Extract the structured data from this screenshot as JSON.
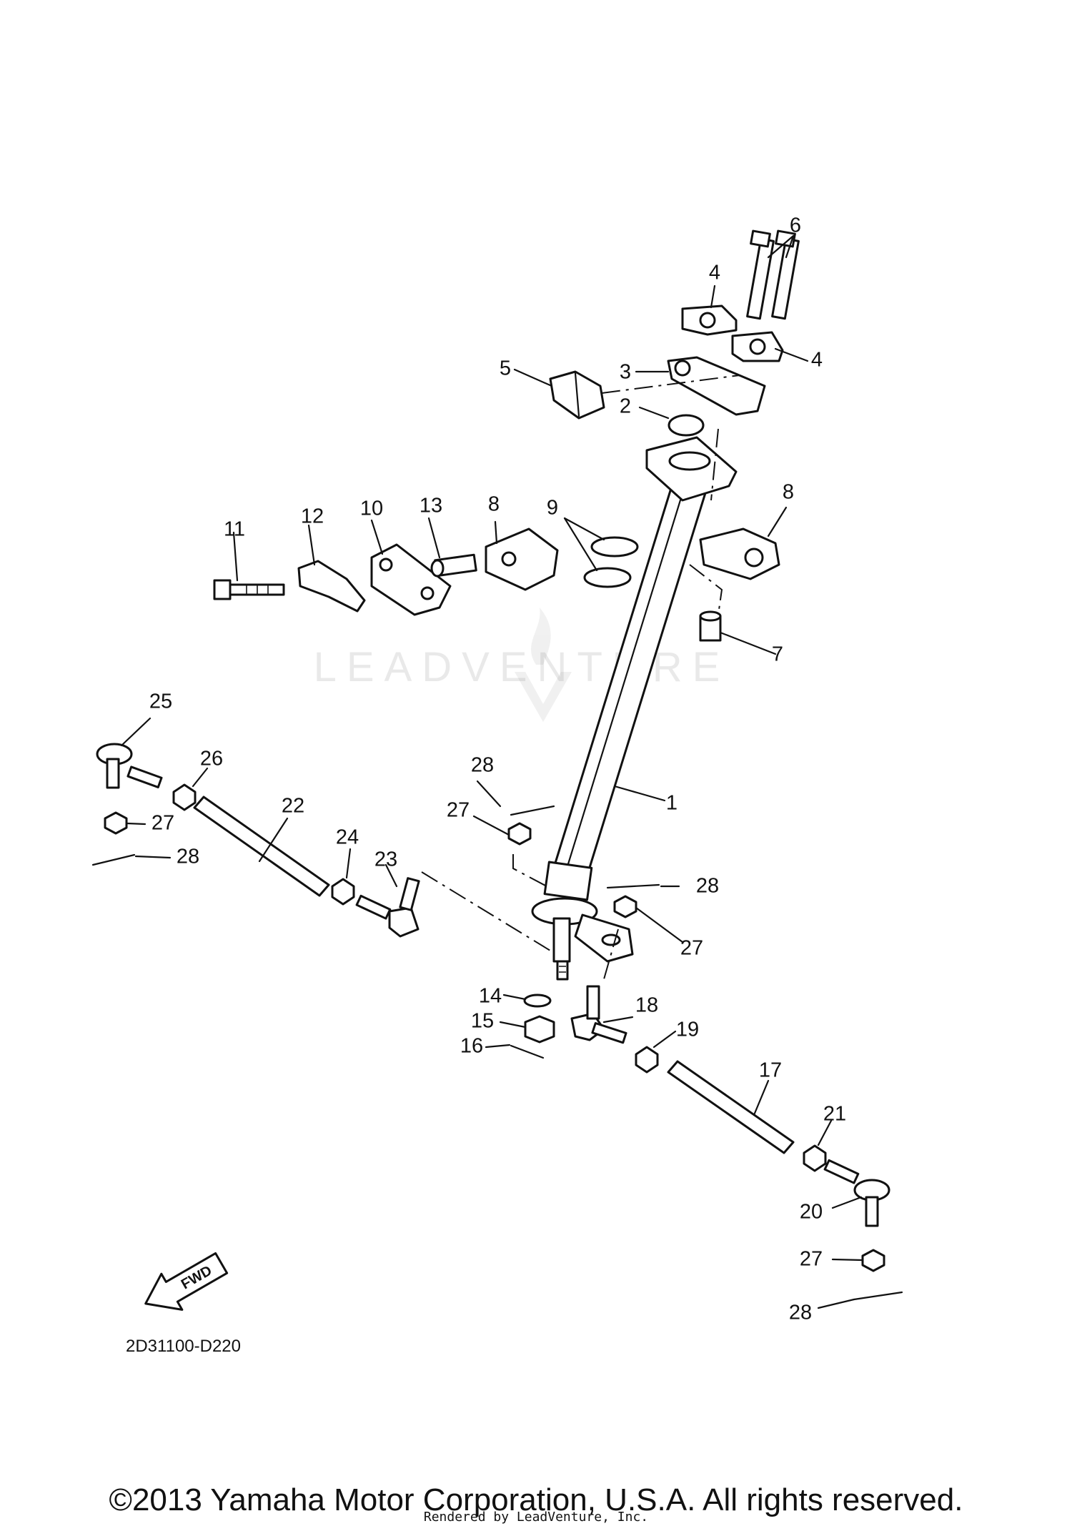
{
  "diagram": {
    "code": "2D31100-D220",
    "fwd_label": "FWD",
    "labels": [
      "1",
      "2",
      "3",
      "4",
      "4",
      "5",
      "6",
      "7",
      "8",
      "8",
      "9",
      "10",
      "11",
      "12",
      "13",
      "14",
      "15",
      "16",
      "17",
      "18",
      "19",
      "20",
      "21",
      "22",
      "23",
      "24",
      "25",
      "26",
      "27",
      "27",
      "27",
      "27",
      "28",
      "28",
      "28",
      "28"
    ]
  },
  "footer": {
    "copyright": "©2013 Yamaha Motor Corporation, U.S.A. All rights reserved.",
    "rendered_by": "Rendered by LeadVenture, Inc."
  },
  "watermark": {
    "text": "LEADVENTURE"
  }
}
